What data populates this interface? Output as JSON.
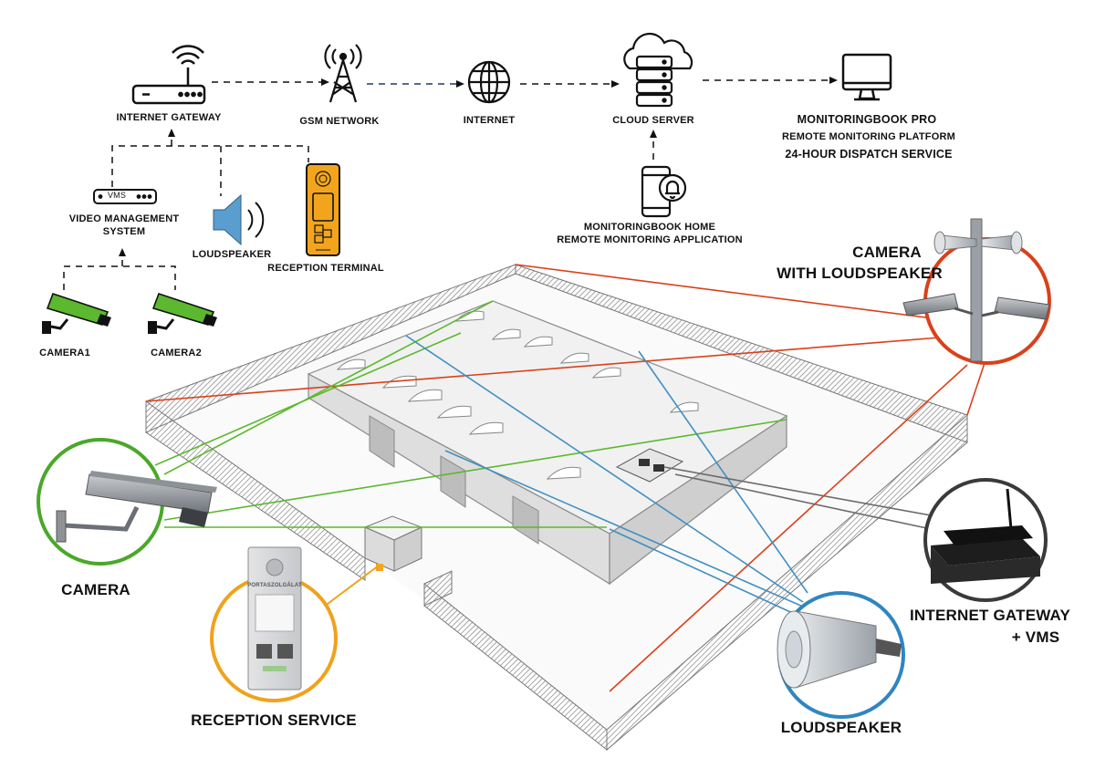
{
  "top_flow": {
    "internet_gateway": "INTERNET GATEWAY",
    "gsm_network": "GSM NETWORK",
    "internet": "INTERNET",
    "cloud_server": "CLOUD SERVER",
    "monitoringbook_pro": "MONITORINGBOOK PRO",
    "remote_monitoring_platform": "REMOTE MONITORING PLATFORM",
    "dispatch_service": "24-HOUR DISPATCH SERVICE",
    "monitoringbook_home": "MONITORINGBOOK HOME",
    "remote_monitoring_application": "REMOTE MONITORING APPLICATION"
  },
  "local_devices": {
    "vms_badge": "VMS",
    "video_management_line1": "VIDEO MANAGEMENT",
    "video_management_line2": "SYSTEM",
    "loudspeaker": "LOUDSPEAKER",
    "reception_terminal": "RECEPTION TERMINAL",
    "camera1": "CAMERA1",
    "camera2": "CAMERA2"
  },
  "callouts": {
    "camera_with_loudspeaker_line1": "CAMERA",
    "camera_with_loudspeaker_line2": "WITH LOUDSPEAKER",
    "camera": "CAMERA",
    "internet_gateway_vms_line1": "INTERNET GATEWAY",
    "internet_gateway_vms_line2": "+ VMS",
    "loudspeaker": "LOUDSPEAKER",
    "reception_service": "RECEPTION SERVICE"
  },
  "reception_panel": {
    "title": "PORTASZOLGÁLAT"
  },
  "colors": {
    "camera_green": "#5cb82e",
    "terminal_orange": "#f2a51c",
    "link_red": "#d9411b",
    "link_green": "#5cb82e",
    "link_blue": "#3f8fc2",
    "link_gray": "#6b6b6b",
    "ring_red": "#d9411b",
    "ring_green": "#4aa829",
    "ring_blue": "#2f86c0",
    "ring_gray": "#3a3a3a",
    "ring_orange": "#f0a21d",
    "speaker_blue": "#5a9ecf"
  }
}
